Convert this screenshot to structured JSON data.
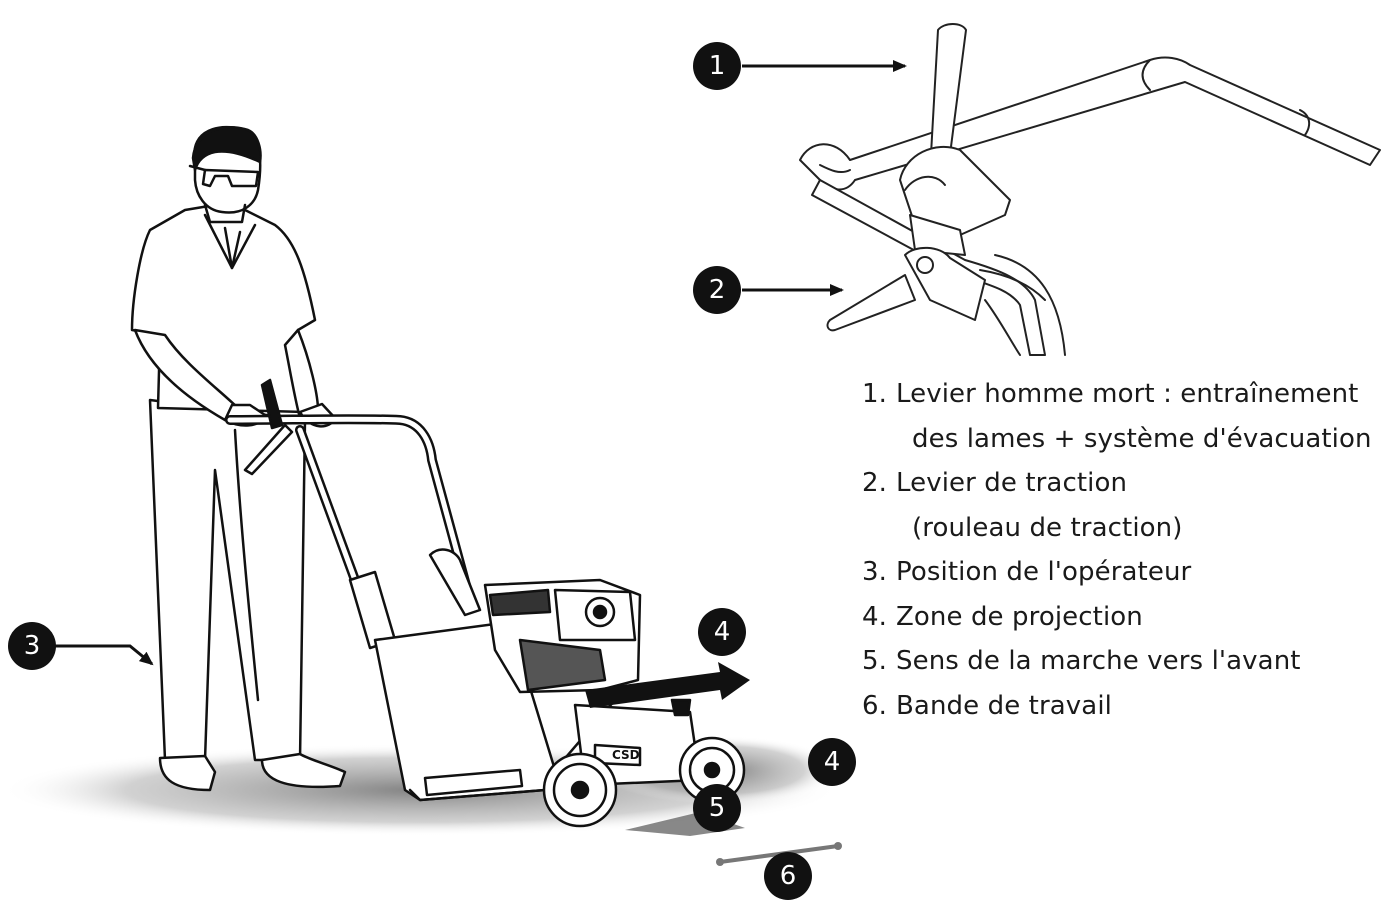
{
  "callouts": [
    "1",
    "2",
    "3",
    "4",
    "4",
    "5",
    "6"
  ],
  "legend": [
    {
      "num": "1.",
      "lines": [
        "Levier homme mort : entraînement",
        "des lames + système d'évacuation"
      ]
    },
    {
      "num": "2.",
      "lines": [
        "Levier de traction",
        "(rouleau de traction)"
      ]
    },
    {
      "num": "3.",
      "lines": [
        "Position de l'opérateur"
      ]
    },
    {
      "num": "4.",
      "lines": [
        "Zone de projection"
      ]
    },
    {
      "num": "5.",
      "lines": [
        "Sens de la marche vers l'avant"
      ]
    },
    {
      "num": "6.",
      "lines": [
        "Bande de travail"
      ]
    }
  ],
  "machine_marks": [
    "CSD"
  ],
  "colors": {
    "ink": "#111111",
    "badge": "#111111",
    "shadow": "#9a9a9a",
    "background": "#ffffff"
  }
}
